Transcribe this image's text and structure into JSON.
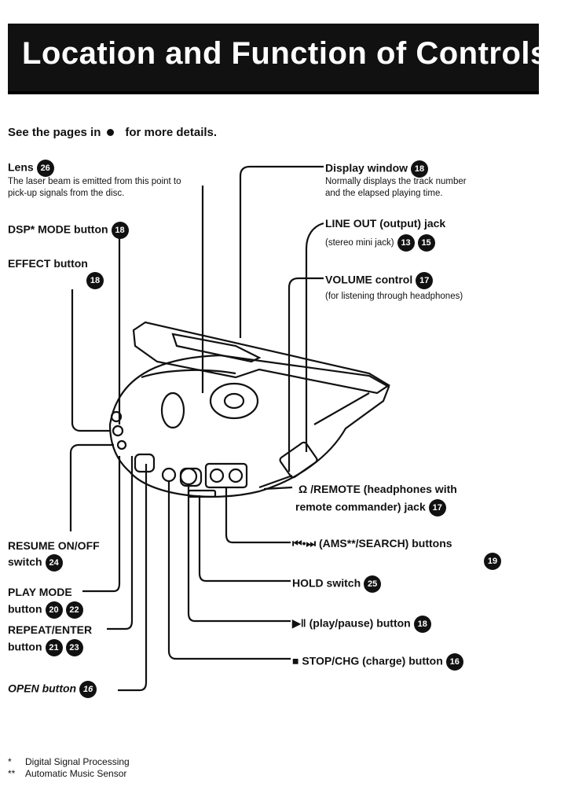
{
  "title": "Location and Function of Controls",
  "intro": {
    "text_before": "See the pages in",
    "text_after": "for more details."
  },
  "labels": {
    "lens": {
      "name": "Lens",
      "ref": "26",
      "desc1": "The laser beam is emitted from this point to",
      "desc2": "pick-up signals from the disc."
    },
    "dsp": {
      "name": "DSP* MODE button",
      "ref": "18"
    },
    "effect": {
      "name": "EFFECT button",
      "ref": "18"
    },
    "display": {
      "name": "Display window",
      "ref": "18",
      "desc1": "Normally displays the track number",
      "desc2": "and the elapsed playing time."
    },
    "lineout": {
      "name": "LINE OUT (output) jack",
      "desc": "(stereo mini jack)",
      "ref1": "13",
      "ref2": "15"
    },
    "volume": {
      "name": "VOLUME control",
      "ref": "17",
      "desc": "(for listening through headphones)"
    },
    "remote": {
      "line1": "/REMOTE (headphones with",
      "line2": "remote commander) jack",
      "ref": "17"
    },
    "ams": {
      "name": "(AMS**/SEARCH) buttons",
      "ref": "19"
    },
    "hold": {
      "name": "HOLD switch",
      "ref": "25"
    },
    "play": {
      "name": "(play/pause) button",
      "ref": "18"
    },
    "stop": {
      "name": "STOP/CHG (charge) button",
      "ref": "16"
    },
    "resume": {
      "line1": "RESUME ON/OFF",
      "line2": "switch",
      "ref": "24"
    },
    "playmode": {
      "line1": "PLAY MODE",
      "line2": "button",
      "ref1": "20",
      "ref2": "22"
    },
    "repeat": {
      "line1": "REPEAT/ENTER",
      "line2": "button",
      "ref1": "21",
      "ref2": "23"
    },
    "open": {
      "name": "OPEN button",
      "ref": "16"
    }
  },
  "footnotes": [
    {
      "mark": "*",
      "text": "Digital Signal Processing"
    },
    {
      "mark": "**",
      "text": "Automatic Music Sensor"
    }
  ]
}
